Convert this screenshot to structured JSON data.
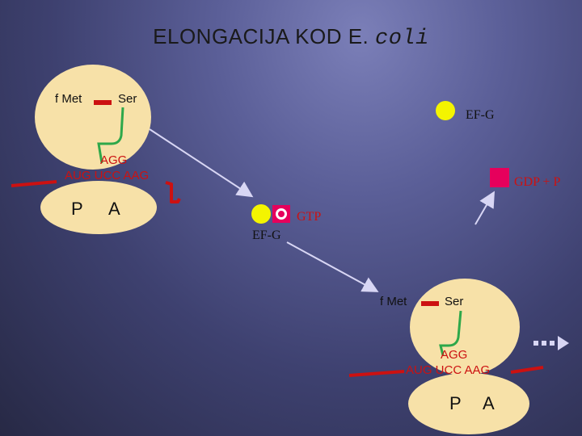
{
  "title": {
    "main": "ELONGACIJA KOD E.",
    "species": "coli"
  },
  "ribosome_top": {
    "amino_left": "f Met",
    "amino_right": "Ser",
    "anticodon": "AGG",
    "mrna": "AUG UCC AAG",
    "site_p": "P",
    "site_a": "A"
  },
  "ribosome_bottom": {
    "amino_left": "f Met",
    "amino_right": "Ser",
    "anticodon": "AGG",
    "mrna": "AUG UCC AAG",
    "site_p": "P",
    "site_a": "A"
  },
  "factors": {
    "efg_top": "EF-G",
    "gdp": "GDP + P",
    "gtp": "GTP",
    "efg_mid": "EF-G"
  },
  "colors": {
    "ribosome": "#f7e1a8",
    "trna": "#2ea84a",
    "mrna": "#cc1111",
    "efg": "#f4f400",
    "gdp": "#e6005c",
    "arrow": "#d8d6f4"
  }
}
